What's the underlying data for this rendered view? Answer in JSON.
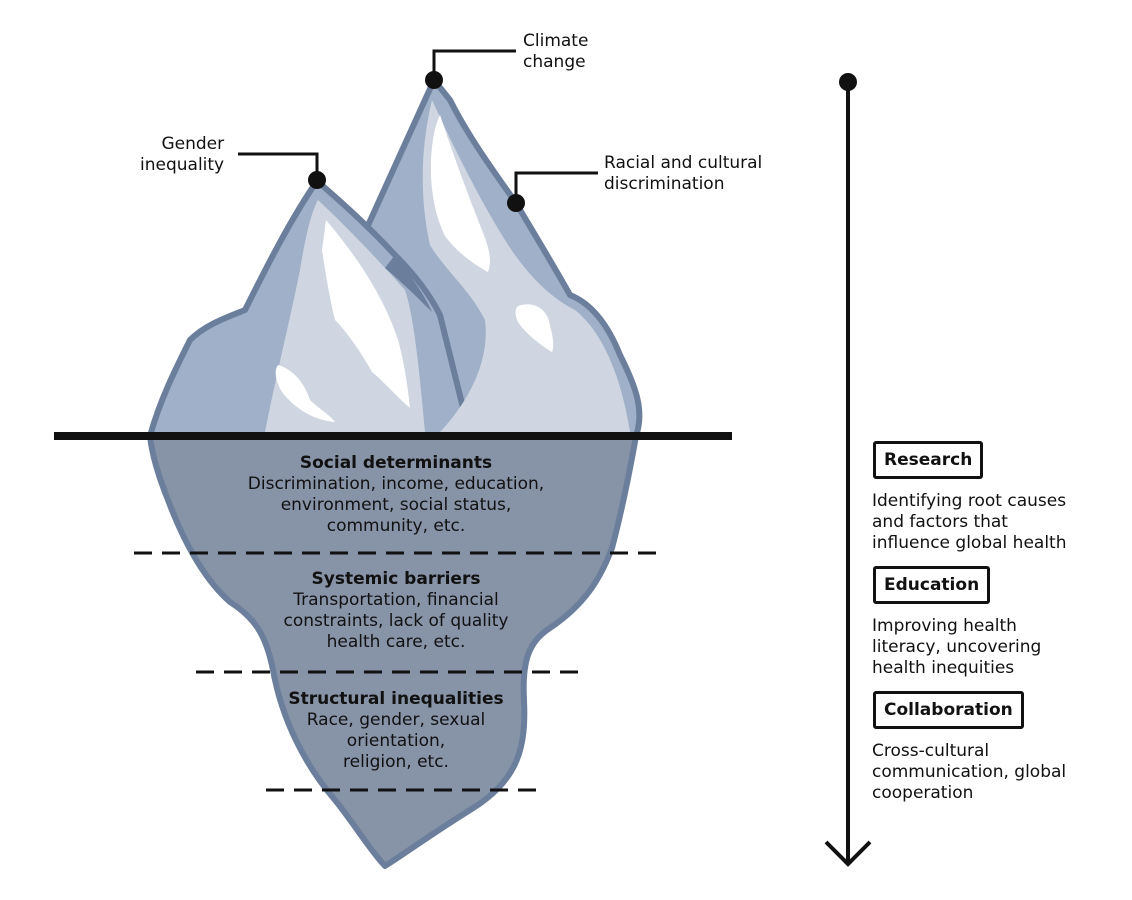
{
  "peaks": {
    "climate": "Climate\nchange",
    "gender": "Gender\ninequality",
    "racial": "Racial and cultural\ndiscrimination"
  },
  "layers": [
    {
      "title": "Social determinants",
      "text": "Discrimination, income, education,\nenvironment, social status,\ncommunity, etc."
    },
    {
      "title": "Systemic barriers",
      "text": "Transportation, financial\nconstraints, lack of quality\nhealth care, etc."
    },
    {
      "title": "Structural inequalities",
      "text": "Race, gender, sexual\norientation,\nreligion, etc."
    }
  ],
  "actions": [
    {
      "label": "Research",
      "text": "Identifying root causes\nand factors that\ninfluence global health"
    },
    {
      "label": "Education",
      "text": "Improving health\nliteracy, uncovering\nhealth inequities"
    },
    {
      "label": "Collaboration",
      "text": "Cross-cultural\ncommunication, global\ncooperation"
    }
  ],
  "colors": {
    "ice_above": "#9fb0c8",
    "ice_light": "#cfd6e2",
    "ice_highlight": "#ffffff",
    "ice_outline": "#6b7f9c",
    "ice_below": "#8793a6",
    "line": "#111111"
  }
}
